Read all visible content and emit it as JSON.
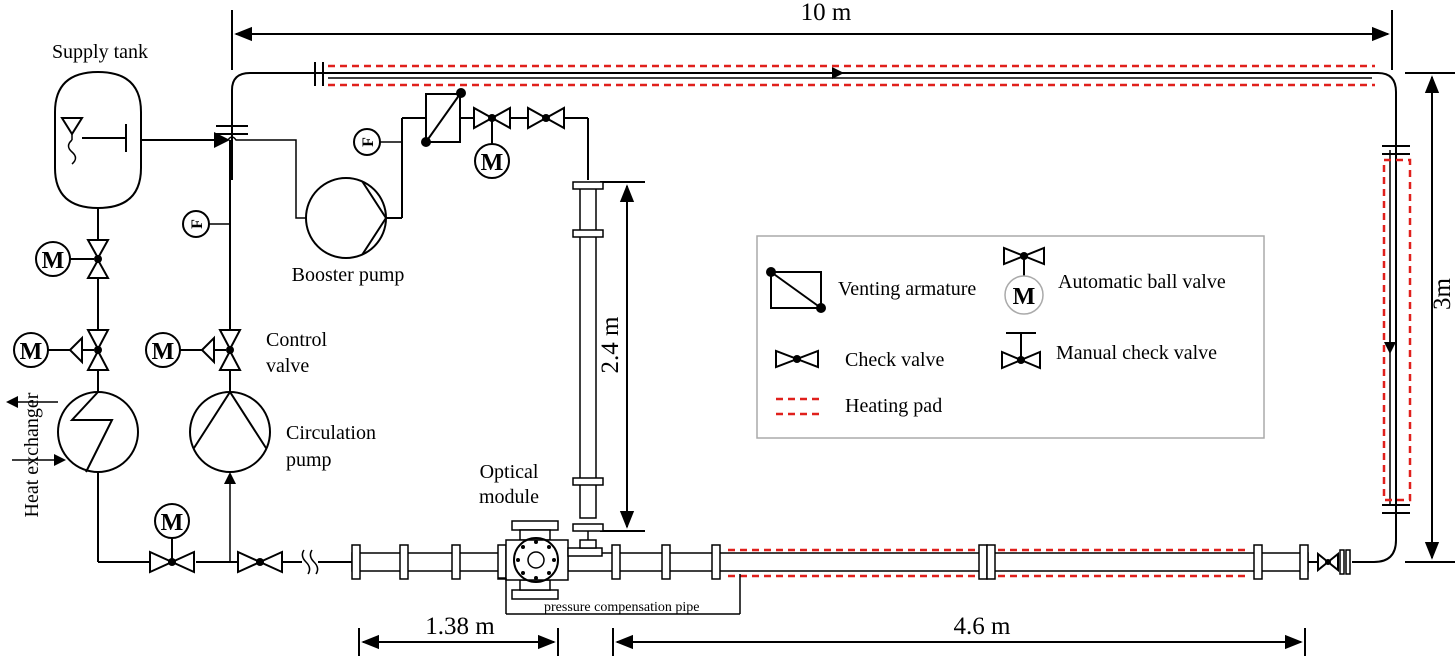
{
  "labels": {
    "supply_tank": "Supply tank",
    "booster_pump": "Booster pump",
    "control_valve_line1": "Control",
    "control_valve_line2": "valve",
    "circulation_pump_line1": "Circulation",
    "circulation_pump_line2": "pump",
    "heat_exchanger": "Heat exchanger",
    "optical_module_line1": "Optical",
    "optical_module_line2": "module",
    "pressure_compensation_pipe": "pressure compensation pipe",
    "flow_meter_symbol": "F",
    "motor_symbol": "M"
  },
  "dimensions": {
    "top_length": "10 m",
    "right_height": "3m",
    "riser_height": "2.4 m",
    "bottom_left_length": "1.38 m",
    "bottom_right_length": "4.6 m"
  },
  "legend": {
    "venting_armature": "Venting armature",
    "automatic_ball_valve": "Automatic ball valve",
    "check_valve": "Check valve",
    "manual_check_valve": "Manual check valve",
    "heating_pad": "Heating pad",
    "heating_pad_color": "#e0201c"
  }
}
